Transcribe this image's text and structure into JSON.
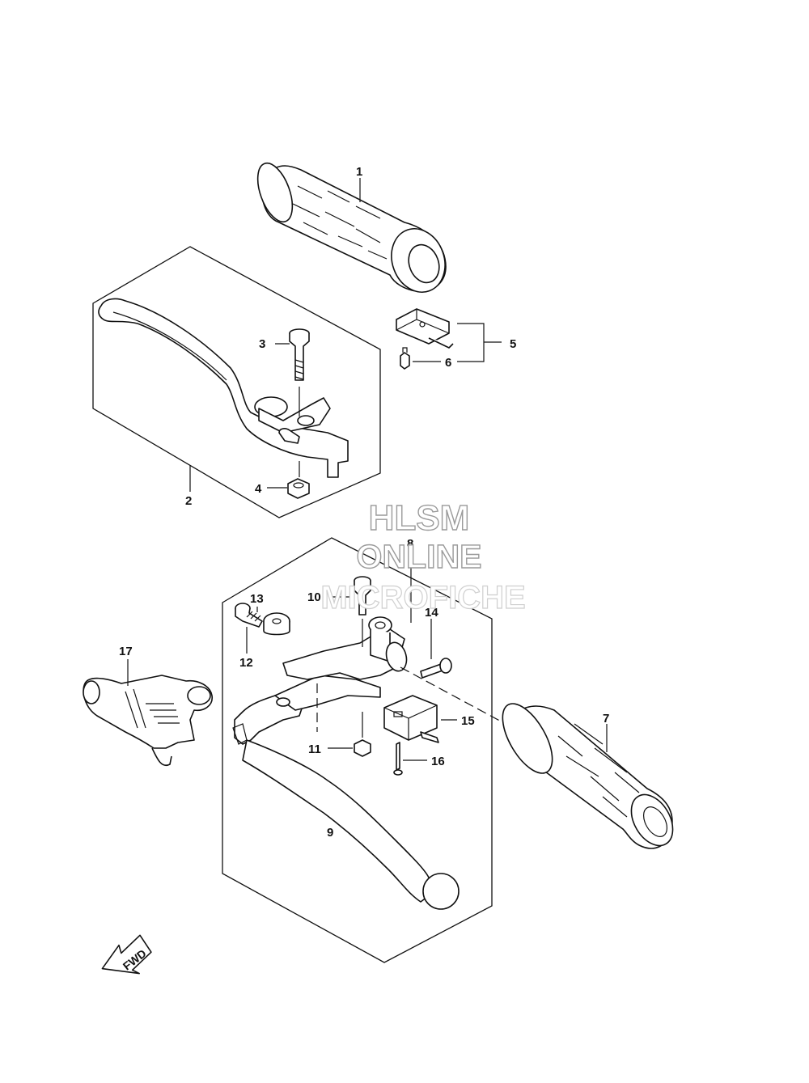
{
  "diagram": {
    "callouts": [
      {
        "id": "1",
        "text": "1"
      },
      {
        "id": "2",
        "text": "2"
      },
      {
        "id": "3",
        "text": "3"
      },
      {
        "id": "4",
        "text": "4"
      },
      {
        "id": "5",
        "text": "5"
      },
      {
        "id": "6",
        "text": "6"
      },
      {
        "id": "7",
        "text": "7"
      },
      {
        "id": "8",
        "text": "8"
      },
      {
        "id": "9",
        "text": "9"
      },
      {
        "id": "10",
        "text": "10"
      },
      {
        "id": "11",
        "text": "11"
      },
      {
        "id": "12",
        "text": "12"
      },
      {
        "id": "13",
        "text": "13"
      },
      {
        "id": "14",
        "text": "14"
      },
      {
        "id": "15",
        "text": "15"
      },
      {
        "id": "16",
        "text": "16"
      },
      {
        "id": "17",
        "text": "17"
      }
    ],
    "fwd_label": "FWD"
  },
  "watermark": {
    "line1": "HLSM",
    "line2": "ONLINE",
    "line3": "MICROFICHE"
  }
}
